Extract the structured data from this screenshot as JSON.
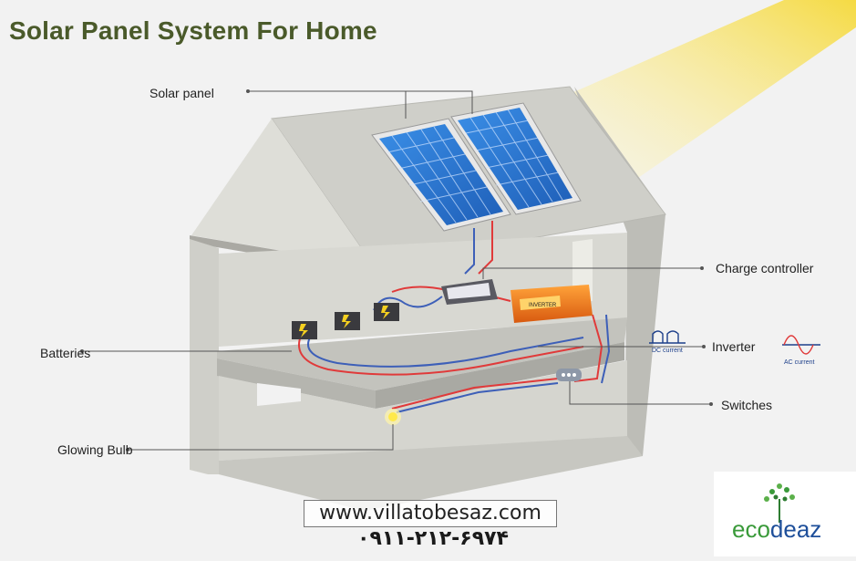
{
  "title": "Solar Panel System For Home",
  "labels": {
    "solar_panel": "Solar panel",
    "charge_controller": "Charge controller",
    "batteries": "Batteries",
    "inverter": "Inverter",
    "switches": "Switches",
    "glowing_bulb": "Glowing Bulb"
  },
  "inverter_device_text": "INVERTER",
  "wave_labels": {
    "dc": "DC current",
    "ac": "AC current"
  },
  "watermark": {
    "url": "www.villatobesaz.com",
    "phone": "۰۹۱۱-۲۱۲-۶۹۷۴"
  },
  "logo": {
    "eco": "eco",
    "deaz": "deaz"
  },
  "colors": {
    "title": "#4a5a2a",
    "house_wall": "#c9c9c4",
    "roof": "#cfcfc9",
    "sun_ray": "#f7e27a",
    "wire_red": "#e03a3a",
    "wire_blue": "#3d5fb8",
    "panel_blue": "#2f7fd6",
    "inverter_orange": "#f07c1a"
  }
}
